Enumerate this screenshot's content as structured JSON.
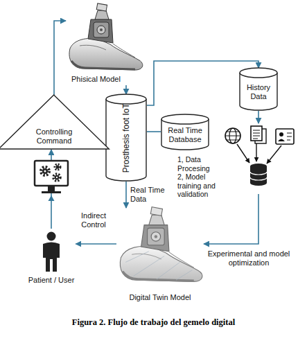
{
  "diagram": {
    "caption": "Figura 2. Flujo de trabajo del gemelo digital",
    "nodes": [
      {
        "text": [
          "Phisical Model"
        ]
      },
      {
        "text": [
          "Prosthesis foot IoT"
        ]
      },
      {
        "text": [
          "History Data"
        ]
      },
      {
        "text": [
          "Real Time Database"
        ]
      },
      {
        "text": [
          "1, Data Procesing 2, Model training and validation"
        ]
      },
      {
        "text": [
          "Controlling Command"
        ]
      },
      {
        "text": [
          "Digital Twin Model"
        ]
      },
      {
        "text": [
          "Patient / User"
        ]
      }
    ],
    "edges": [
      {
        "from": 5,
        "to": 0,
        "arrow": "to"
      },
      {
        "from": 0,
        "to": 1,
        "arrow": "to"
      },
      {
        "from": 1,
        "to": 3,
        "arrow": "none"
      },
      {
        "from": 1,
        "to": 2,
        "arrow": "to"
      },
      {
        "from": 2,
        "to": 4,
        "arrow": "to"
      },
      {
        "from": 4,
        "to": 6,
        "label": "Experimental and model optimization",
        "arrow": "to"
      },
      {
        "from": 1,
        "to": 6,
        "label": "Real Time Data",
        "arrow": "to"
      },
      {
        "from": 6,
        "to": 7,
        "label": "Indirect Control",
        "arrow": "to"
      },
      {
        "from": 7,
        "to": 5,
        "arrow": "to"
      }
    ]
  }
}
